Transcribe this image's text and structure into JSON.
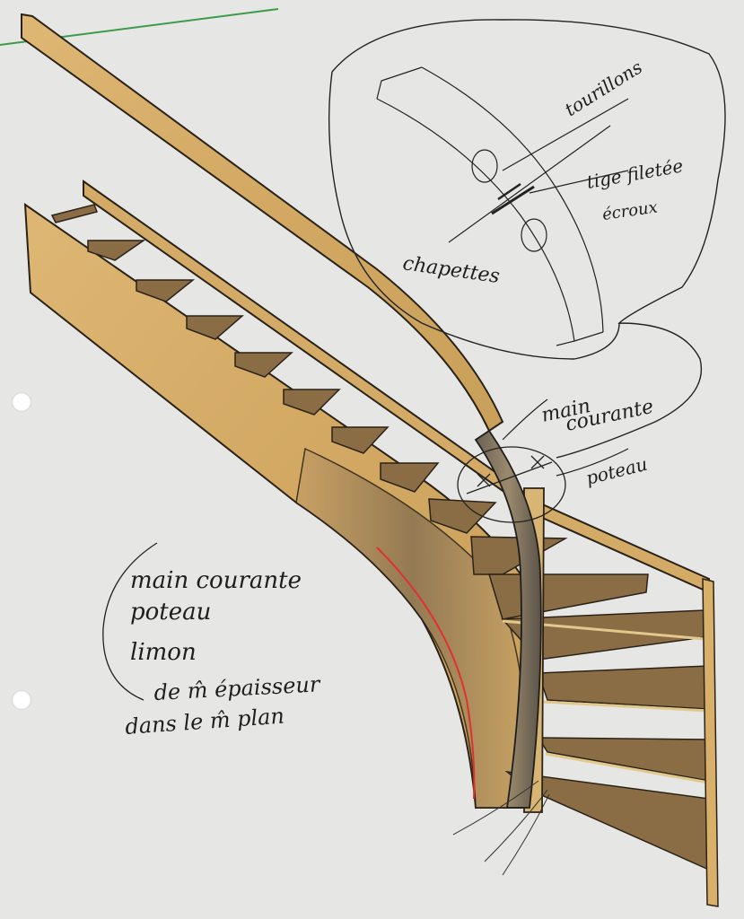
{
  "drawing": {
    "title": "",
    "colors": {
      "paper": "#e6e6e4",
      "wood_light": "#d8b06a",
      "wood_mid": "#c49a55",
      "wood_dark": "#7a6240",
      "tread": "#8a6d45",
      "ink": "#1e1e1e",
      "red_line": "#e03030",
      "green_line": "#3c9a4a"
    },
    "detail_labels": {
      "tourillons": "tourillons",
      "tige_filetee": "tige filetée",
      "ecroux": "écroux",
      "chapettes": "chapettes",
      "main_courante": "main",
      "main_courante_2": "courante",
      "poteau": "poteau"
    },
    "note": {
      "line1": "main courante",
      "line2": "poteau",
      "line3": "limon",
      "line4": "de m̂ épaisseur",
      "line5": "dans le m̂ plan"
    }
  }
}
